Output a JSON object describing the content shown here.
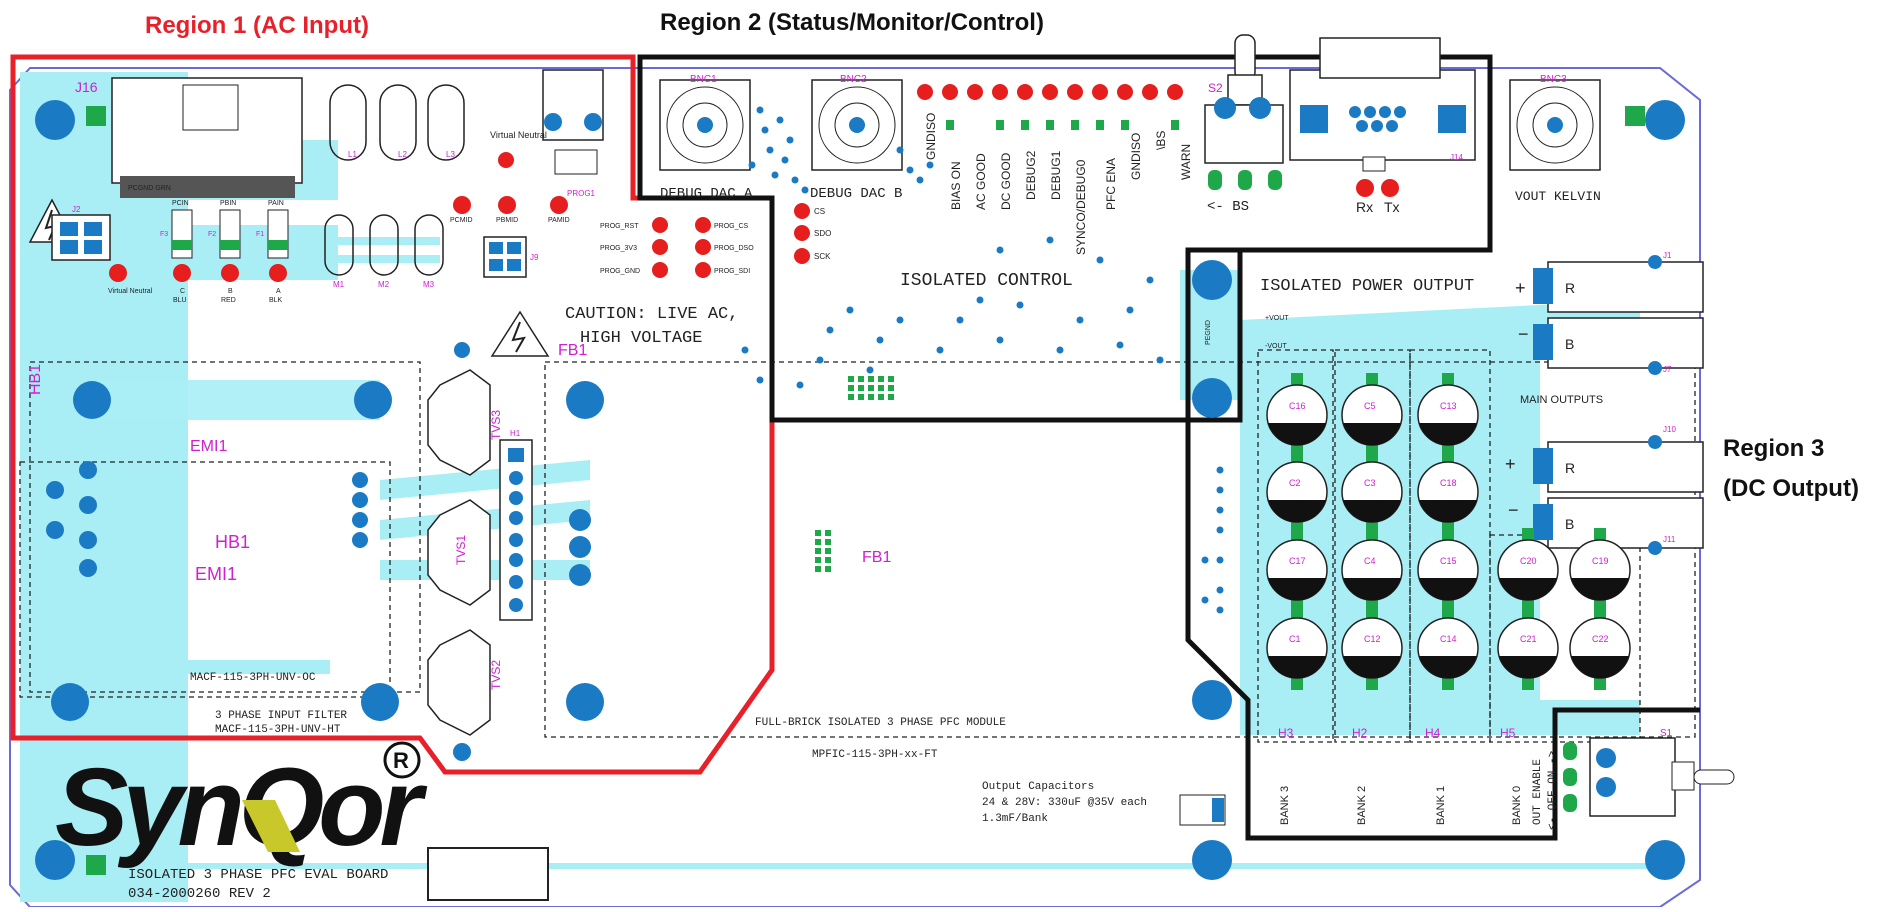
{
  "regions": {
    "r1": "Region 1 (AC Input)",
    "r2": "Region 2 (Status/Monitor/Control)",
    "r3_line1": "Region 3",
    "r3_line2": "(DC Output)"
  },
  "colors": {
    "region1": "#e8202a",
    "region_black": "#111111",
    "trace": "#a9eef5",
    "pad": "#1a7bc4",
    "silk": "#d020d0",
    "led": "#e61e1e",
    "green": "#1fa84a",
    "board_edge": "#6a6ad8"
  },
  "board": {
    "j16": "J16",
    "j2": "J2",
    "prog1": "PROG1",
    "virtual_neutral": "Virtual Neutral",
    "bnc1": "BNC1",
    "bnc2": "BNC2",
    "bnc3": "BNC3",
    "debug_dac_a": "DEBUG DAC A",
    "debug_dac_b": "DEBUG DAC B",
    "vout_kelvin": "VOUT KELVIN",
    "s2": "S2",
    "bs": "<- BS",
    "j14": "J14",
    "rx": "Rx",
    "tx": "Tx",
    "isolated_control": "ISOLATED CONTROL",
    "caution_1": "CAUTION: LIVE AC,",
    "caution_2": "HIGH VOLTAGE",
    "fb1": "FB1",
    "hb1": "HB1",
    "emi1": "EMI1",
    "tvs1": "TVS1",
    "tvs2": "TVS2",
    "tvs3": "TVS3",
    "h1": "H1",
    "macf_oc": "MACF-115-3PH-UNV-OC",
    "three_phase_filter": "3 PHASE INPUT FILTER",
    "macf_ht": "MACF-115-3PH-UNV-HT",
    "full_brick": "FULL-BRICK ISOLATED 3 PHASE PFC MODULE",
    "mpfic": "MPFIC-115-3PH-xx-FT",
    "output_caps_1": "Output Capacitors",
    "output_caps_2": "24 & 28V: 330uF @35V each",
    "output_caps_3": "1.3mF/Bank",
    "isolated_power_output": "ISOLATED POWER OUTPUT",
    "main_outputs": "MAIN OUTPUTS",
    "plus_vout": "+VOUT",
    "minus_vout": "-VOUT",
    "pegnd": "PEGND",
    "r_label": "R",
    "b_label": "B",
    "j1": "J1",
    "j7": "J7",
    "j10": "J10",
    "j11": "J11",
    "s1": "S1",
    "out_enable": "OUT ENABLE",
    "off_on": "<- OFF ON ->",
    "bank3": "BANK 3",
    "bank2": "BANK 2",
    "bank1": "BANK 1",
    "bank0": "BANK 0",
    "h2": "H2",
    "h3": "H3",
    "h4": "H4",
    "h5": "H5",
    "brand": "SynQor",
    "title_1": "ISOLATED 3 PHASE PFC EVAL BOARD",
    "title_2": "034-2000260 REV 2",
    "status_labels": [
      "GNDISO",
      "BIAS ON",
      "AC GOOD",
      "DC GOOD",
      "DEBUG2",
      "DEBUG1",
      "SYNCO/DEBUG0",
      "PFC ENA",
      "GNDISO",
      "\\BS",
      "WARN"
    ],
    "phase_leds": [
      {
        "top": "PCIN",
        "mid": "F3",
        "bot": "C",
        "color": "BLU"
      },
      {
        "top": "PBIN",
        "mid": "F2",
        "bot": "B",
        "color": "RED"
      },
      {
        "top": "PAIN",
        "mid": "F1",
        "bot": "A",
        "color": "BLK"
      }
    ],
    "pcgnd_grn": "PCGND GRN",
    "phase_mid": [
      "PCMID",
      "PBMID",
      "PAMID"
    ],
    "j9": "J9",
    "l_labels": [
      "L1",
      "L2",
      "L3"
    ],
    "m_labels": [
      "M1",
      "M2",
      "M3"
    ],
    "prog_pins": [
      "PROG_RST",
      "PROG_3V3",
      "PROG_GND"
    ],
    "prog_pins_right": [
      "PROG_CS",
      "PROG_DSO",
      "PROG_SDI"
    ],
    "spi_labels": [
      "CS",
      "SDO",
      "SCK"
    ],
    "cap_rows": [
      [
        "C16",
        "C5",
        "C13"
      ],
      [
        "C2",
        "C3",
        "C18"
      ],
      [
        "C17",
        "C4",
        "C15",
        "C20",
        "C19"
      ],
      [
        "C1",
        "C12",
        "C14",
        "C21",
        "C22"
      ]
    ]
  }
}
